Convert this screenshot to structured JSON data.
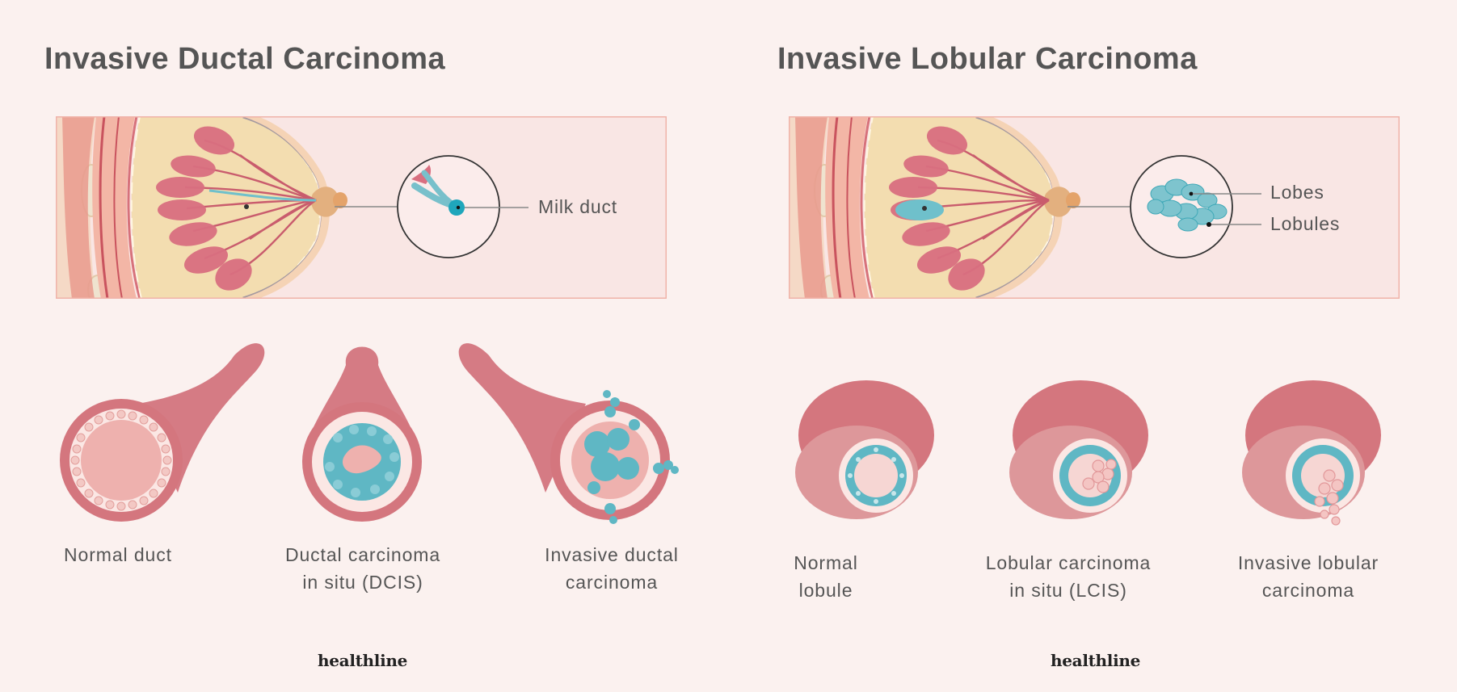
{
  "idc": {
    "title": "Invasive Ductal Carcinoma",
    "callout": "Milk duct",
    "captions": [
      "Normal duct",
      "Ductal carcinoma\nin situ (DCIS)",
      "Invasive ductal\ncarcinoma"
    ],
    "brand": "healthline"
  },
  "ilc": {
    "title": "Invasive Lobular Carcinoma",
    "callouts": [
      "Lobes",
      "Lobules"
    ],
    "captions": [
      "Normal\nlobule",
      "Lobular carcinoma\nin situ (LCIS)",
      "Invasive lobular\ncarcinoma"
    ],
    "brand": "healthline"
  },
  "colors": {
    "background": "#fbf1ef",
    "tissue_pink": "#d4767e",
    "light_pink": "#eeb1ae",
    "cancer_teal": "#5fb7c4",
    "fat_yellow": "#f3ddb0",
    "frame_border": "#f0b3a9"
  }
}
